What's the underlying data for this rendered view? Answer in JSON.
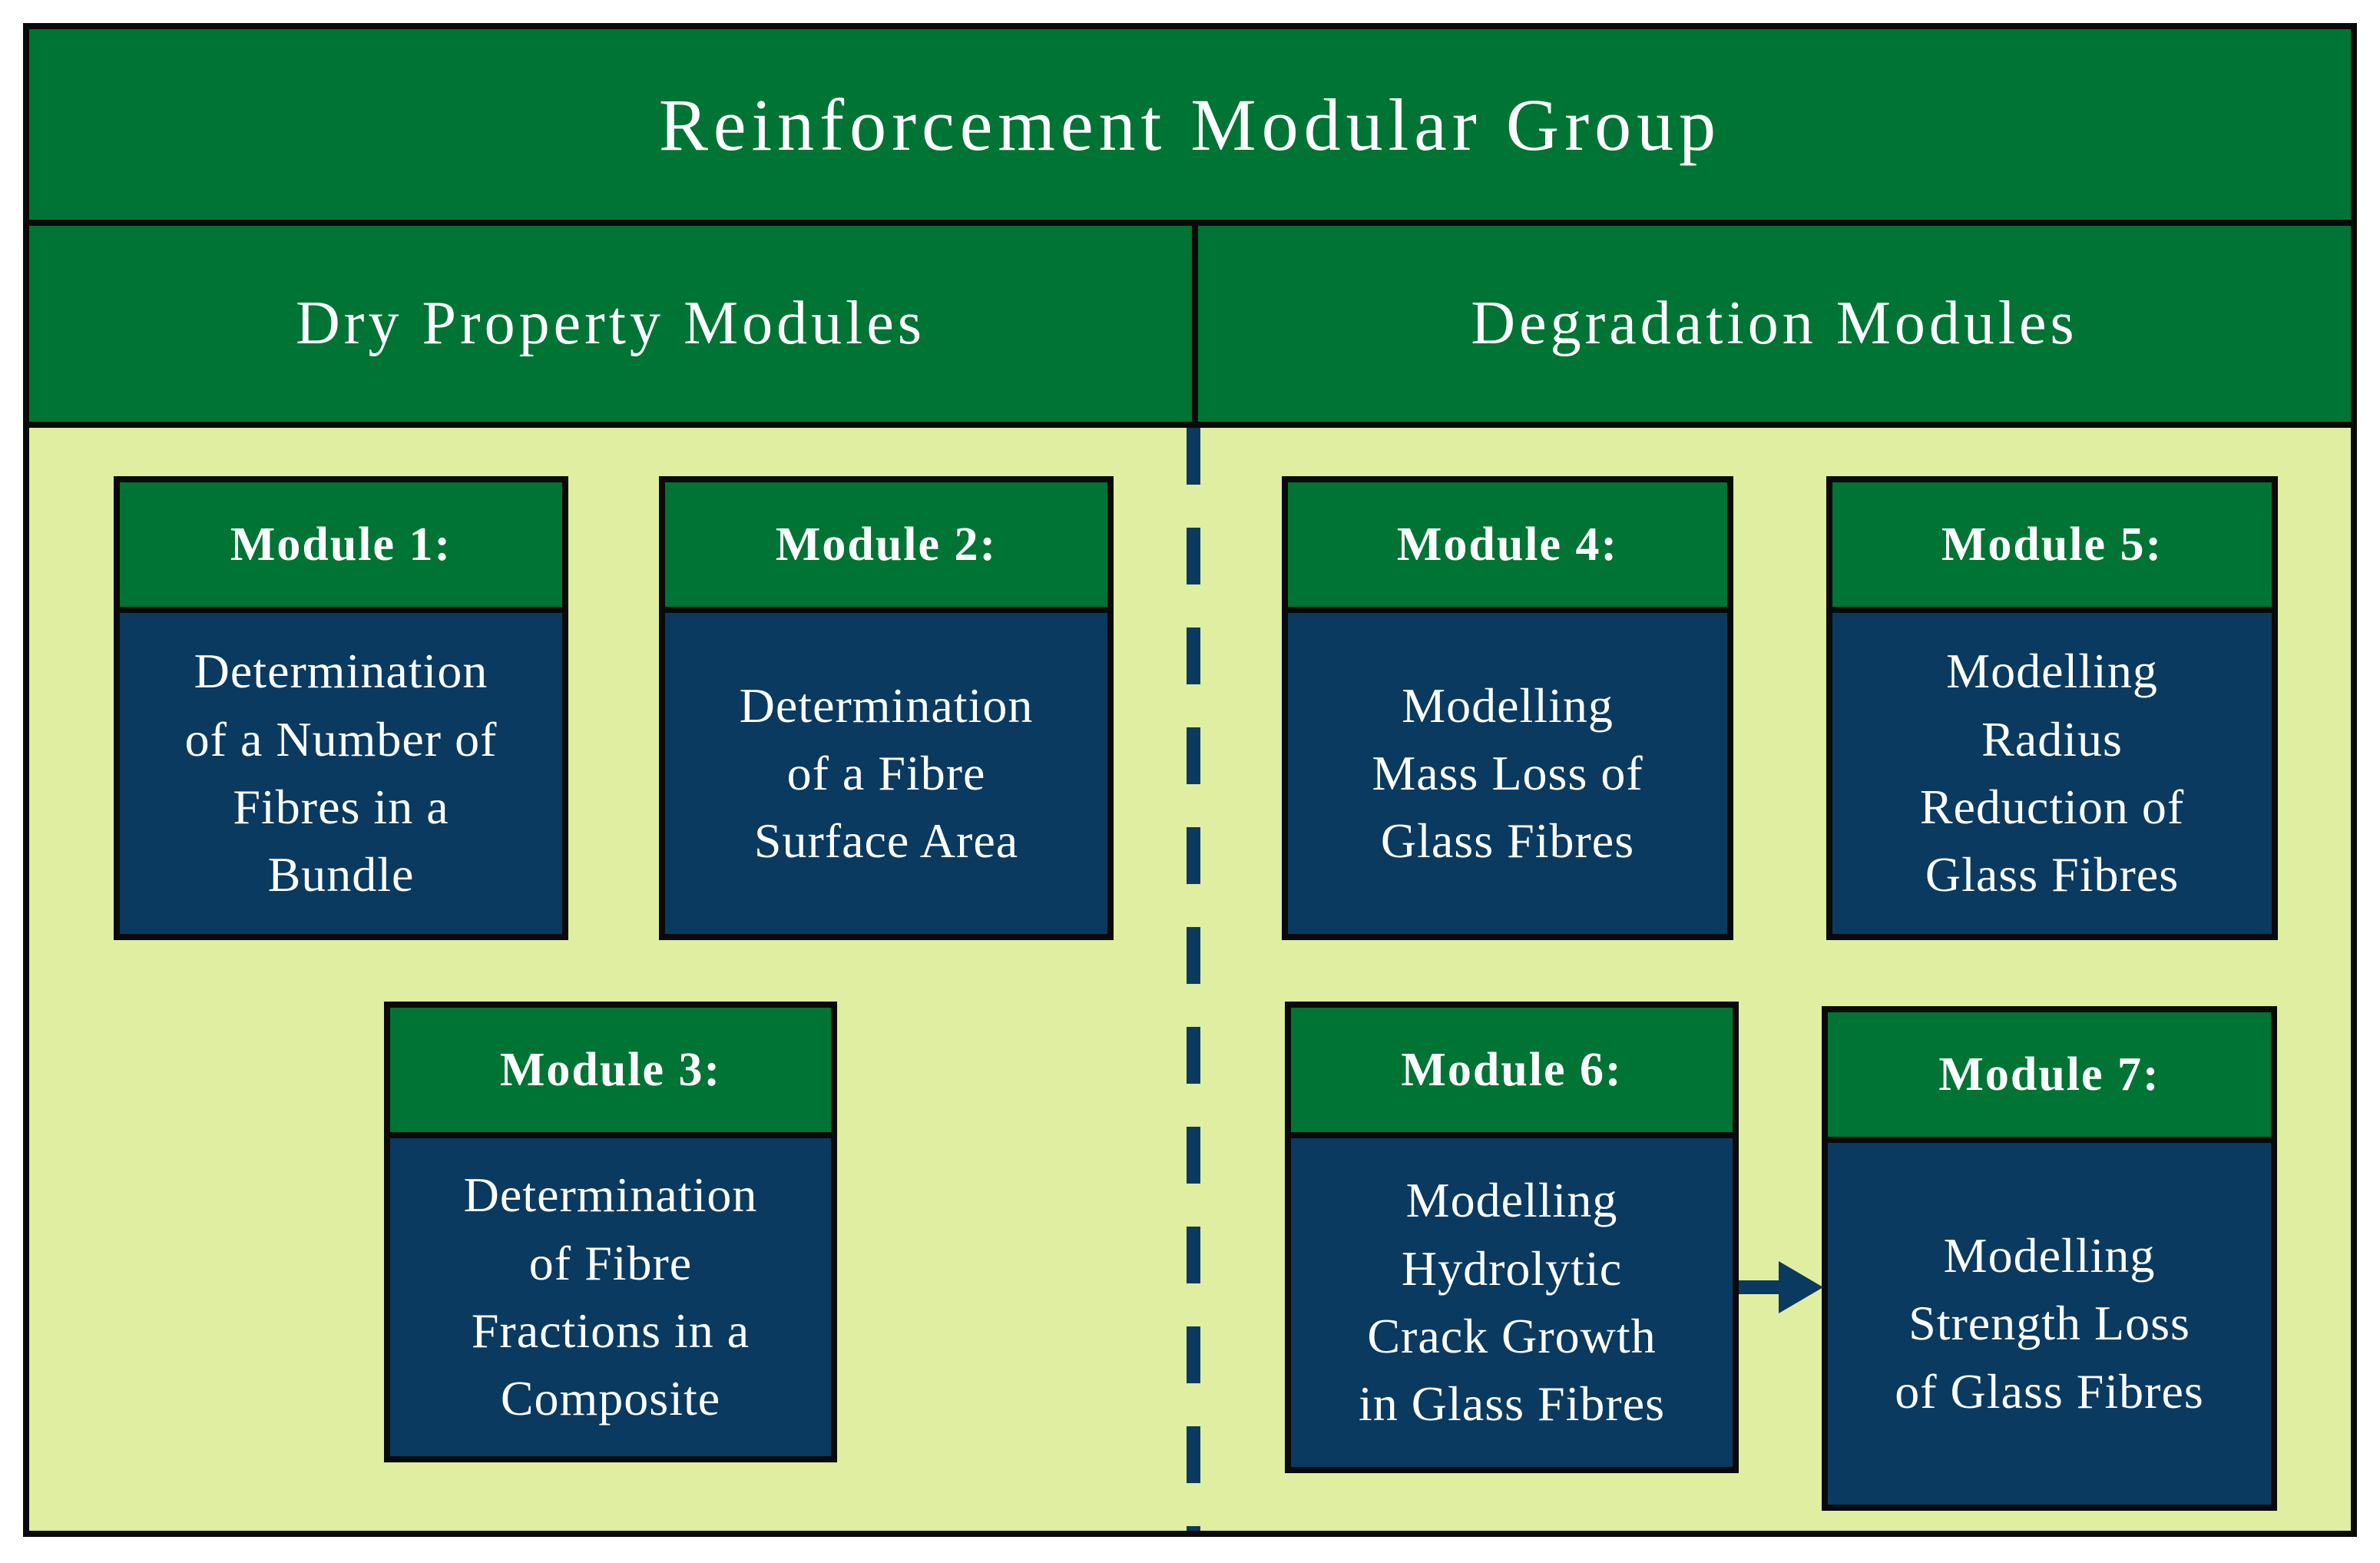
{
  "figure": {
    "title": "Reinforcement Modular Group",
    "columns": [
      {
        "header": "Dry Property Modules"
      },
      {
        "header": "Degradation Modules"
      }
    ],
    "modules": [
      {
        "label": "Module 1:",
        "body_lines": [
          "Determination",
          "of a Number of",
          "Fibres in a",
          "Bundle"
        ],
        "column": "Dry Property Modules"
      },
      {
        "label": "Module 2:",
        "body_lines": [
          "Determination",
          "of a Fibre",
          "Surface Area"
        ],
        "column": "Dry Property Modules"
      },
      {
        "label": "Module 3:",
        "body_lines": [
          "Determination",
          "of Fibre",
          "Fractions in a",
          "Composite"
        ],
        "column": "Dry Property Modules"
      },
      {
        "label": "Module 4:",
        "body_lines": [
          "Modelling",
          "Mass Loss of",
          "Glass Fibres"
        ],
        "column": "Degradation Modules"
      },
      {
        "label": "Module 5:",
        "body_lines": [
          "Modelling",
          "Radius",
          "Reduction of",
          "Glass Fibres"
        ],
        "column": "Degradation Modules"
      },
      {
        "label": "Module 6:",
        "body_lines": [
          "Modelling",
          "Hydrolytic",
          "Crack Growth",
          "in Glass Fibres"
        ],
        "column": "Degradation Modules"
      },
      {
        "label": "Module 7:",
        "body_lines": [
          "Modelling",
          "Strength Loss",
          "of Glass Fibres"
        ],
        "column": "Degradation Modules"
      }
    ],
    "arrow": {
      "from": "Module 6:",
      "to": "Module 7:"
    },
    "colors": {
      "green": "#007434",
      "navy": "#0a3a60",
      "background": "#dfeea0",
      "border": "#0a0a0a",
      "text": "#ffffff"
    }
  }
}
